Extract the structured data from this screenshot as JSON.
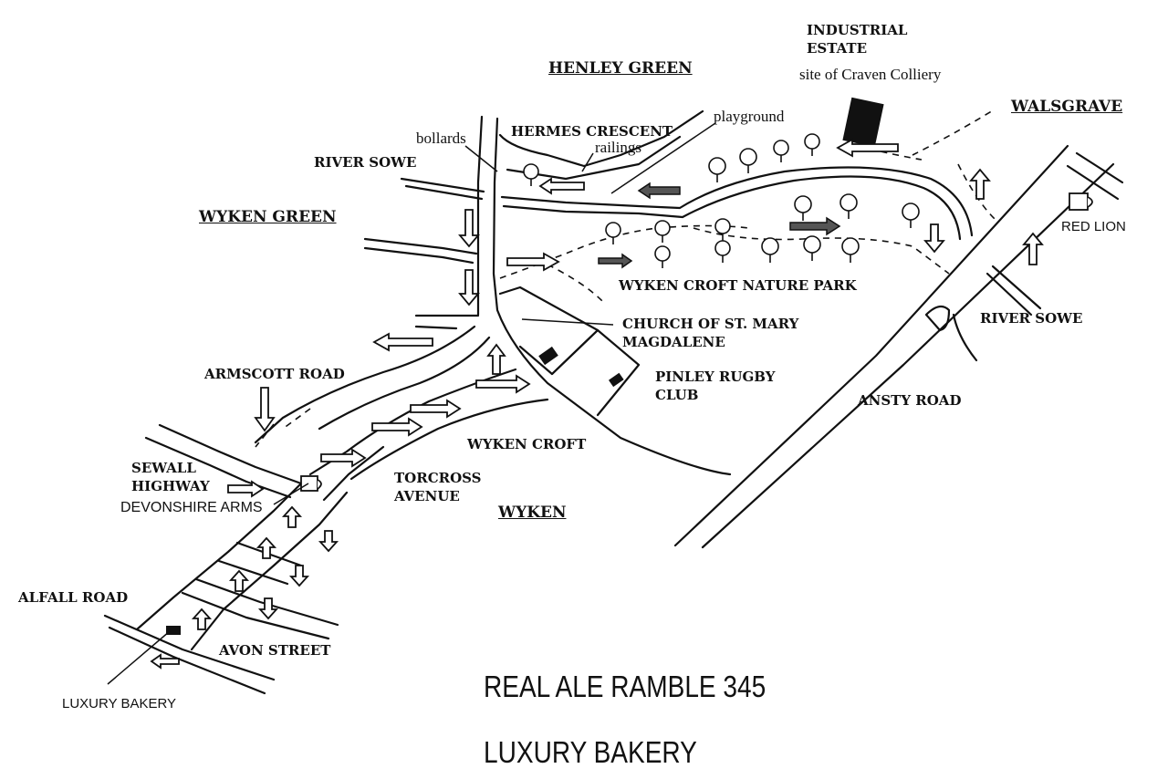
{
  "labels": {
    "henley_green": "HENLEY GREEN",
    "industrial_estate_line1": "INDUSTRIAL",
    "industrial_estate_line2": "ESTATE",
    "craven_colliery": "site of Craven Colliery",
    "walsgrave": "WALSGRAVE",
    "playground": "playground",
    "bollards": "bollards",
    "hermes_crescent": "HERMES CRESCENT",
    "railings": "railings",
    "river_sowe_west": "RIVER SOWE",
    "wyken_green": "WYKEN GREEN",
    "red_lion": "RED LION",
    "nature_park": "WYKEN CROFT NATURE PARK",
    "church_line1": "CHURCH OF ST. MARY",
    "church_line2": "MAGDALENE",
    "river_sowe_east": "RIVER SOWE",
    "armscott_road": "ARMSCOTT ROAD",
    "pinley_line1": "PINLEY RUGBY",
    "pinley_line2": "CLUB",
    "ansty_road": "ANSTY ROAD",
    "wyken_croft": "WYKEN CROFT",
    "sewall_line1": "SEWALL",
    "sewall_line2": "HIGHWAY",
    "torcross_line1": "TORCROSS",
    "torcross_line2": "AVENUE",
    "devonshire_arms": "DEVONSHIRE ARMS",
    "wyken": "WYKEN",
    "alfall_road": "ALFALL ROAD",
    "avon_street": "AVON STREET",
    "luxury_bakery_label": "LUXURY BAKERY"
  },
  "title": {
    "line1": "REAL ALE RAMBLE 345",
    "line2": "LUXURY BAKERY"
  },
  "colors": {
    "ink": "#111111",
    "paper": "#ffffff"
  }
}
